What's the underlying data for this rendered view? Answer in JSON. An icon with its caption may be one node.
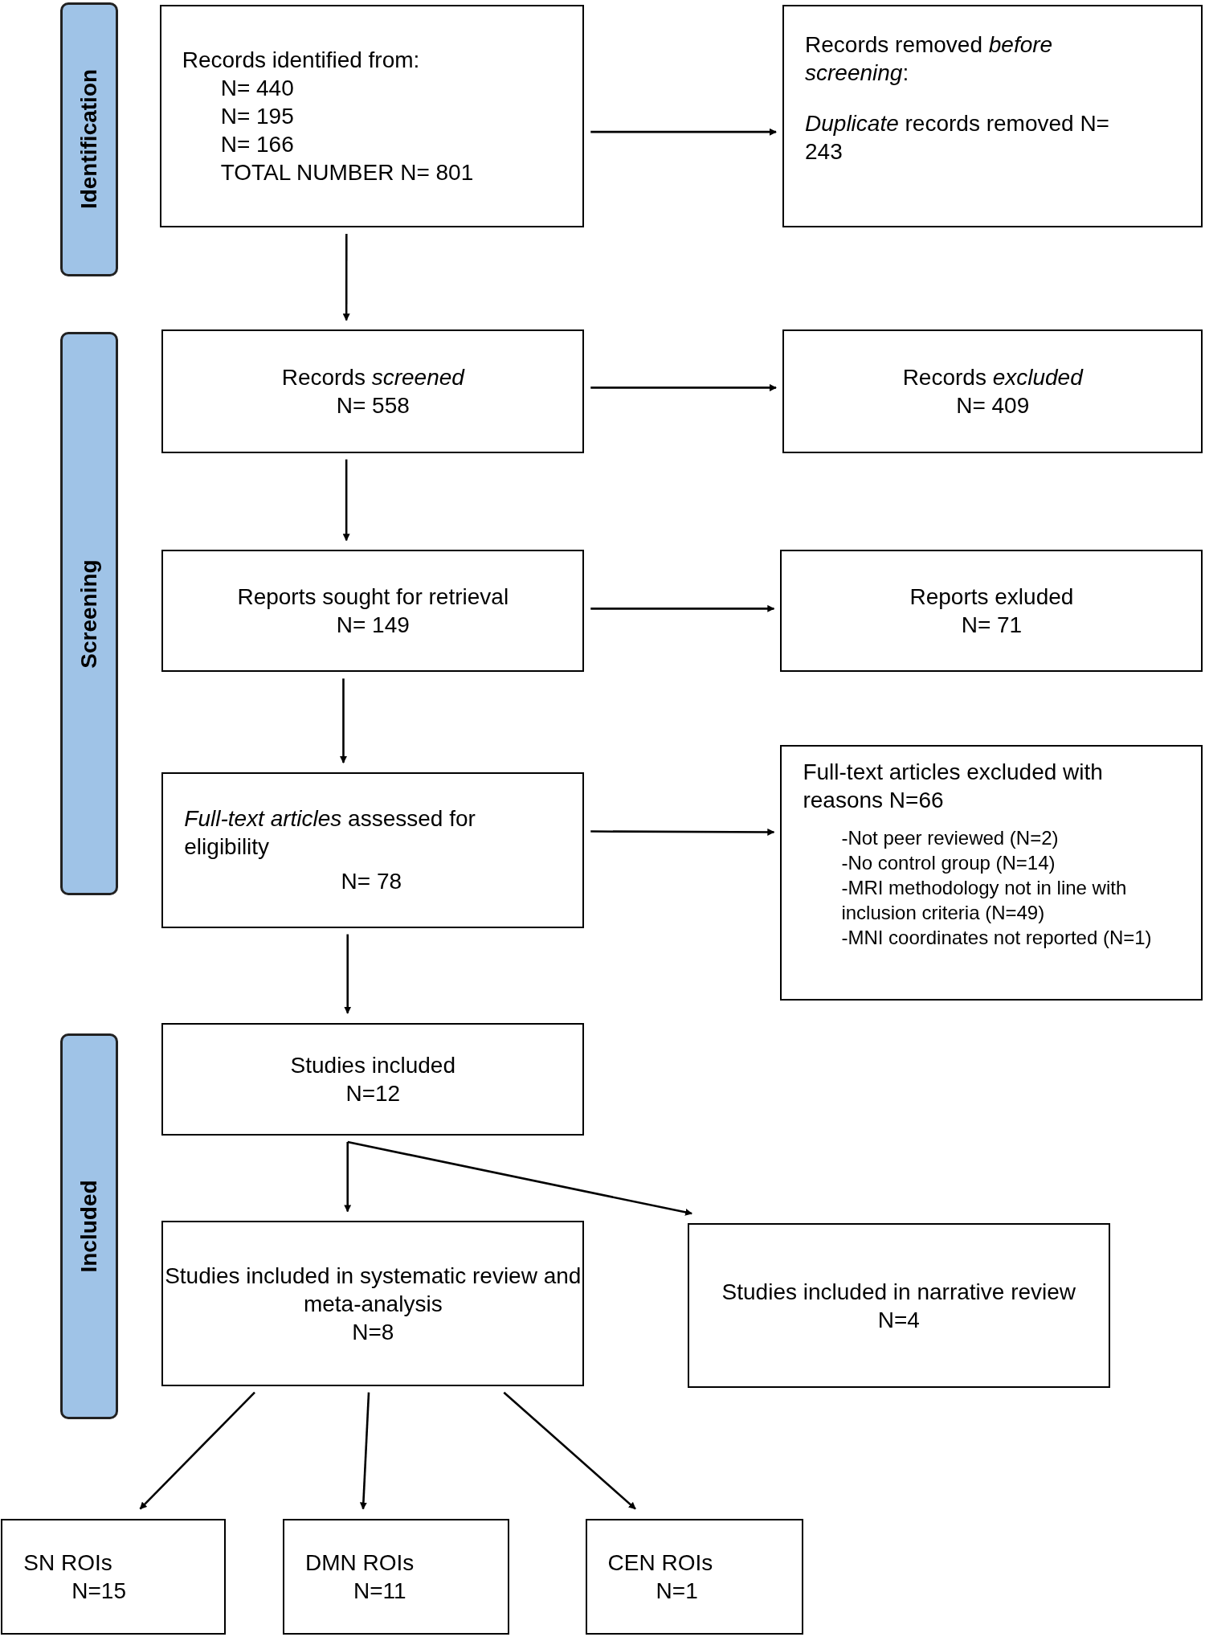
{
  "diagram": {
    "nodes": [
      {
        "text": [
          "Records identified from:",
          "N= 440",
          "N= 195",
          "N= 166",
          "TOTAL NUMBER N= 801"
        ]
      },
      {
        "text": [
          "Records removed *before screening*:",
          "*Duplicate* records removed N= 243"
        ]
      },
      {
        "text": [
          "Records *screened*",
          "N= 558"
        ]
      },
      {
        "text": [
          "Records *excluded*",
          "N= 409"
        ]
      },
      {
        "text": [
          "Reports sought for retrieval",
          "N= 149"
        ]
      },
      {
        "text": [
          "Reports exluded",
          "N= 71"
        ]
      },
      {
        "text": [
          "*Full-text articles* assessed for eligibility",
          "N= 78"
        ]
      },
      {
        "text": [
          "Full-text articles excluded with reasons N=66",
          "-Not peer reviewed (N=2)",
          "-No control group (N=14)",
          "-MRI methodology not in line with inclusion criteria (N=49)",
          "-MNI coordinates not reported (N=1)"
        ]
      },
      {
        "text": [
          "Studies included",
          "N=12"
        ]
      },
      {
        "text": [
          "Studies included in systematic review and meta-analysis",
          "N=8"
        ]
      },
      {
        "text": [
          "Studies included in narrative review",
          "N=4"
        ]
      },
      {
        "text": [
          "SN ROIs",
          "N=15"
        ]
      },
      {
        "text": [
          "DMN ROIs",
          "N=11"
        ]
      },
      {
        "text": [
          "CEN ROIs",
          "N=1"
        ]
      },
      {
        "text": [
          "Identification"
        ]
      },
      {
        "text": [
          "Screening"
        ]
      },
      {
        "text": [
          "Included"
        ]
      }
    ],
    "edges": [
      {
        "from": 0,
        "to": 1,
        "arrow": "to"
      },
      {
        "from": 0,
        "to": 2,
        "arrow": "to"
      },
      {
        "from": 2,
        "to": 3,
        "arrow": "to"
      },
      {
        "from": 2,
        "to": 4,
        "arrow": "to"
      },
      {
        "from": 4,
        "to": 5,
        "arrow": "to"
      },
      {
        "from": 4,
        "to": 6,
        "arrow": "to"
      },
      {
        "from": 6,
        "to": 7,
        "arrow": "to"
      },
      {
        "from": 6,
        "to": 8,
        "arrow": "to"
      },
      {
        "from": 8,
        "to": 9,
        "arrow": "to"
      },
      {
        "from": 8,
        "to": 10,
        "arrow": "to"
      },
      {
        "from": 9,
        "to": 11,
        "arrow": "to"
      },
      {
        "from": 9,
        "to": 12,
        "arrow": "to"
      },
      {
        "from": 9,
        "to": 13,
        "arrow": "to"
      }
    ]
  }
}
